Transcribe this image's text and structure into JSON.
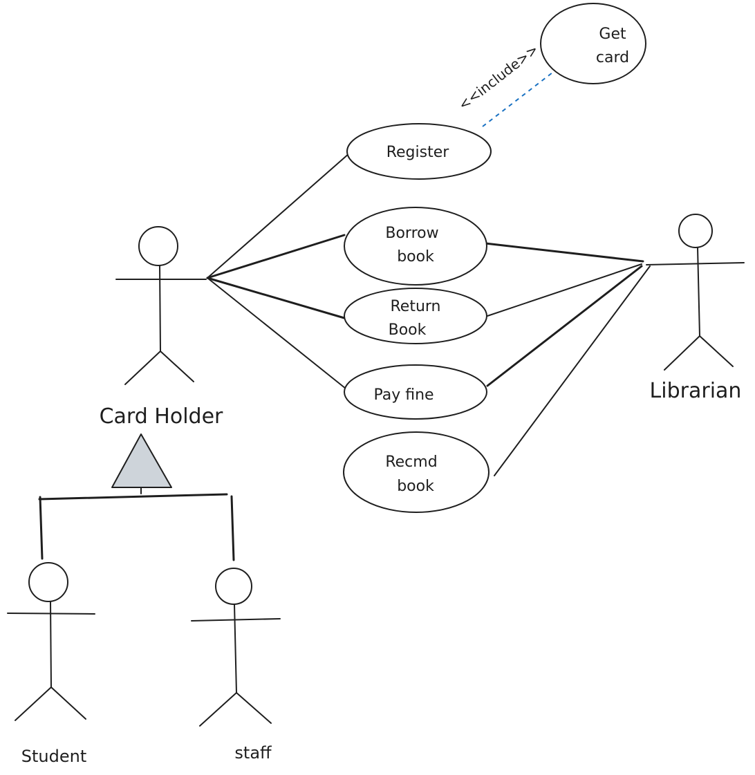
{
  "colors": {
    "ink": "#1e1e1e",
    "include_arrow": "#1971c2",
    "generalization_fill": "#ced4da"
  },
  "actors": {
    "card_holder": "Card Holder",
    "librarian": "Librarian",
    "student": "Student",
    "staff": "staff"
  },
  "use_cases": {
    "get_card": [
      "Get",
      "card"
    ],
    "register": [
      "Register"
    ],
    "borrow_book": [
      "Borrow",
      "book"
    ],
    "return_book": [
      "Return",
      "Book"
    ],
    "pay_fine": [
      "Pay fine"
    ],
    "recmd_book": [
      "Recmd",
      "book"
    ]
  },
  "relationships": {
    "include_label": "<<include>>"
  }
}
